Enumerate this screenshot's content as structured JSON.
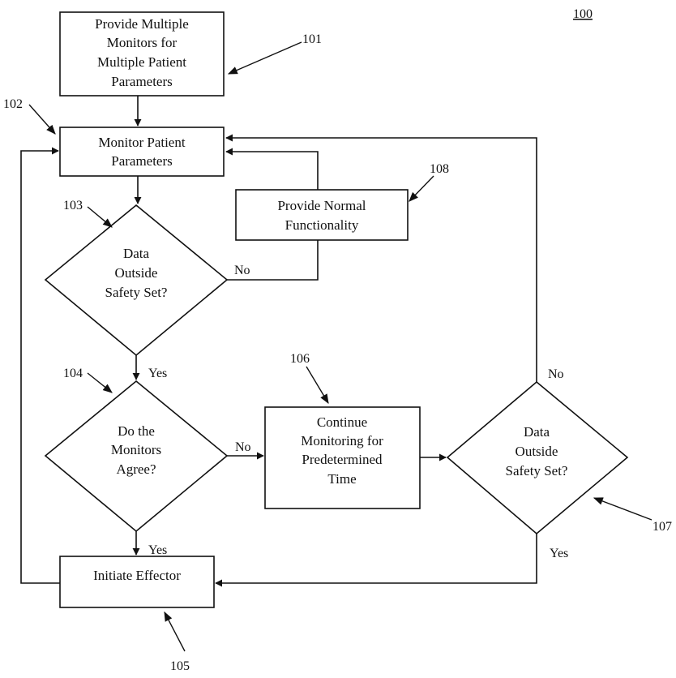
{
  "figure_ref": "100",
  "nodes": {
    "provide_monitors": {
      "ref": "101",
      "lines": [
        "Provide Multiple",
        "Monitors for",
        "Multiple Patient",
        "Parameters"
      ]
    },
    "monitor_params": {
      "ref": "102",
      "lines": [
        "Monitor Patient",
        "Parameters"
      ]
    },
    "decision_outside_1": {
      "ref": "103",
      "lines": [
        "Data",
        "Outside",
        "Safety Set?"
      ]
    },
    "decision_agree": {
      "ref": "104",
      "lines": [
        "Do the",
        "Monitors",
        "Agree?"
      ]
    },
    "initiate_effector": {
      "ref": "105",
      "lines": [
        "Initiate Effector"
      ]
    },
    "continue_monitoring": {
      "ref": "106",
      "lines": [
        "Continue",
        "Monitoring for",
        "Predetermined",
        "Time"
      ]
    },
    "decision_outside_2": {
      "ref": "107",
      "lines": [
        "Data",
        "Outside",
        "Safety Set?"
      ]
    },
    "normal_function": {
      "ref": "108",
      "lines": [
        "Provide Normal",
        "Functionality"
      ]
    }
  },
  "edge_labels": {
    "d1_no": "No",
    "d1_yes": "Yes",
    "d2_no": "No",
    "d2_yes": "Yes",
    "d3_no": "No",
    "d3_yes": "Yes"
  }
}
